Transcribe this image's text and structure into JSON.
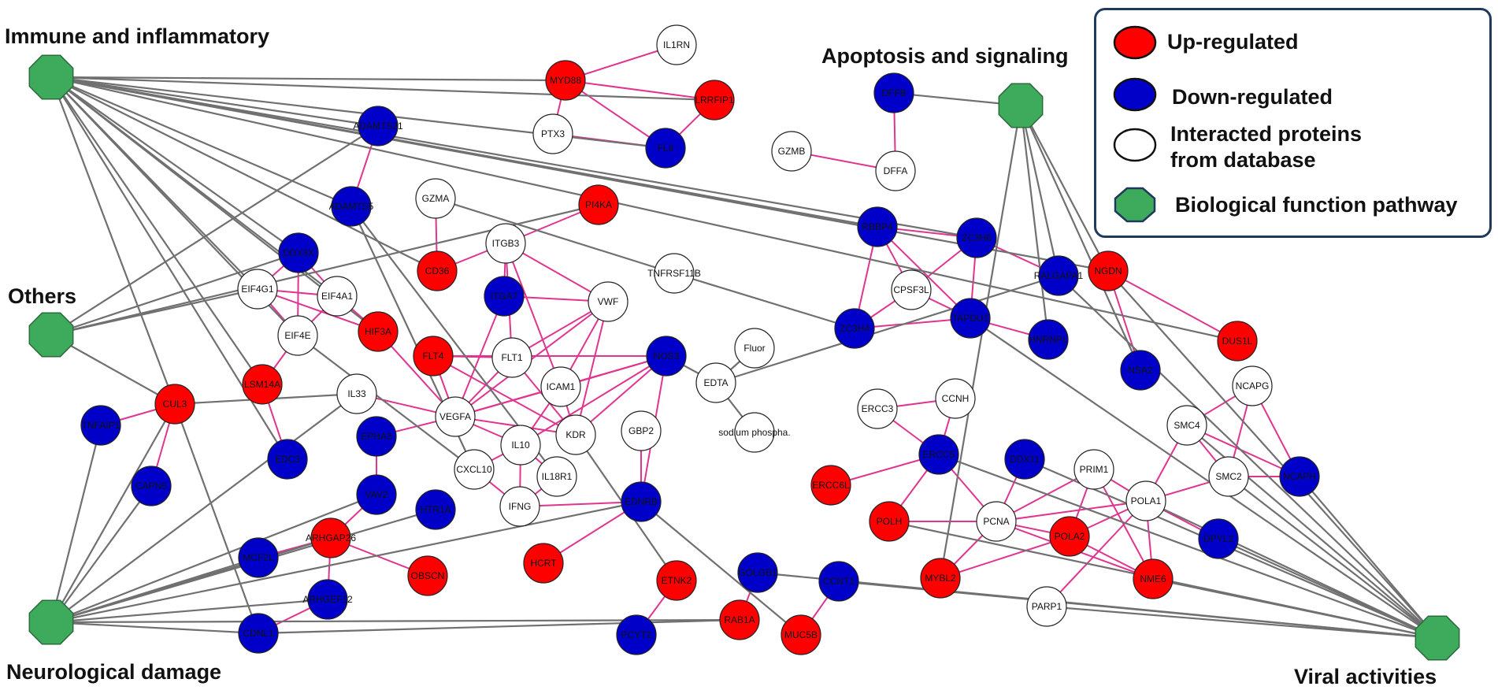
{
  "colors": {
    "up": "#ff0000",
    "down": "#0000c8",
    "interacted": "#ffffff",
    "pathway": "#3daa5c",
    "ppi_edge": "#e0358f",
    "pathway_edge": "#707070"
  },
  "legend": {
    "up": "Up-regulated",
    "down": "Down-regulated",
    "interacted_line1": "Interacted proteins",
    "interacted_line2": "from database",
    "pathway": "Biological function pathway"
  },
  "hubs": [
    {
      "id": "immune",
      "label": "Immune and inflammatory"
    },
    {
      "id": "others",
      "label": "Others"
    },
    {
      "id": "neuro",
      "label": "Neurological damage"
    },
    {
      "id": "apoptosis",
      "label": "Apoptosis and signaling"
    },
    {
      "id": "viral",
      "label": "Viral activities"
    }
  ],
  "nodes": [
    {
      "id": "IL1RN",
      "label": "IL1RN",
      "type": "interacted"
    },
    {
      "id": "MYD88",
      "label": "MYD88",
      "type": "up"
    },
    {
      "id": "LRRFIP1",
      "label": "LRRFIP1",
      "type": "up"
    },
    {
      "id": "PTX3",
      "label": "PTX3",
      "type": "interacted"
    },
    {
      "id": "FLII",
      "label": "FLII",
      "type": "down"
    },
    {
      "id": "ADAMTS21",
      "label": "ADAMTS21",
      "type": "down"
    },
    {
      "id": "ADAMTS5",
      "label": "ADAMTS5",
      "type": "down"
    },
    {
      "id": "GZMA",
      "label": "GZMA",
      "type": "interacted"
    },
    {
      "id": "PI4KA",
      "label": "PI4KA",
      "type": "up"
    },
    {
      "id": "DDX3X",
      "label": "DDX3X",
      "type": "down"
    },
    {
      "id": "ITGB3",
      "label": "ITGB3",
      "type": "interacted"
    },
    {
      "id": "CD36",
      "label": "CD36",
      "type": "up"
    },
    {
      "id": "EIF4G1",
      "label": "EIF4G1",
      "type": "interacted"
    },
    {
      "id": "EIF4A1",
      "label": "EIF4A1",
      "type": "interacted"
    },
    {
      "id": "ITGA7",
      "label": "ITGA7",
      "type": "down"
    },
    {
      "id": "TNFRSF11B",
      "label": "TNFRSF11B",
      "type": "interacted"
    },
    {
      "id": "VWF",
      "label": "VWF",
      "type": "interacted"
    },
    {
      "id": "EIF4E",
      "label": "EIF4E",
      "type": "interacted"
    },
    {
      "id": "HIF3A",
      "label": "HIF3A",
      "type": "up"
    },
    {
      "id": "FLT4",
      "label": "FLT4",
      "type": "up"
    },
    {
      "id": "FLT1",
      "label": "FLT1",
      "type": "interacted"
    },
    {
      "id": "NOS3",
      "label": "NOS3",
      "type": "down"
    },
    {
      "id": "Fluor",
      "label": "Fluor",
      "type": "interacted"
    },
    {
      "id": "LSM14A",
      "label": "LSM14A",
      "type": "up"
    },
    {
      "id": "IL33",
      "label": "IL33",
      "type": "interacted"
    },
    {
      "id": "ICAM1",
      "label": "ICAM1",
      "type": "interacted"
    },
    {
      "id": "EDTA",
      "label": "EDTA",
      "type": "interacted"
    },
    {
      "id": "CUL3",
      "label": "CUL3",
      "type": "up"
    },
    {
      "id": "VEGFA",
      "label": "VEGFA",
      "type": "interacted"
    },
    {
      "id": "KDR",
      "label": "KDR",
      "type": "interacted"
    },
    {
      "id": "GBP2",
      "label": "GBP2",
      "type": "interacted"
    },
    {
      "id": "sodium",
      "label": "sodium phospha.",
      "type": "interacted"
    },
    {
      "id": "TNFAIP1",
      "label": "TNFAIP1",
      "type": "down"
    },
    {
      "id": "EPHA3",
      "label": "EPHA3",
      "type": "down"
    },
    {
      "id": "IL10",
      "label": "IL10",
      "type": "interacted"
    },
    {
      "id": "CXCL10",
      "label": "CXCL10",
      "type": "interacted"
    },
    {
      "id": "EDC3",
      "label": "EDC3",
      "type": "down"
    },
    {
      "id": "IL18R1",
      "label": "IL18R1",
      "type": "interacted"
    },
    {
      "id": "CAPN5",
      "label": "CAPN5",
      "type": "down"
    },
    {
      "id": "VAV2",
      "label": "VAV2",
      "type": "down"
    },
    {
      "id": "HTR1A",
      "label": "HTR1A",
      "type": "down"
    },
    {
      "id": "IFNG",
      "label": "IFNG",
      "type": "interacted"
    },
    {
      "id": "EDNRB",
      "label": "EDNRB",
      "type": "down"
    },
    {
      "id": "MCF2L",
      "label": "MCF2L",
      "type": "down"
    },
    {
      "id": "ARHGAP26",
      "label": "ARHGAP26",
      "type": "up"
    },
    {
      "id": "OBSCN",
      "label": "OBSCN",
      "type": "up"
    },
    {
      "id": "HCRT",
      "label": "HCRT",
      "type": "up"
    },
    {
      "id": "ARHGEF12",
      "label": "ARHGEF12",
      "type": "down"
    },
    {
      "id": "CDNL1",
      "label": "CDNL1",
      "type": "down"
    },
    {
      "id": "ETNK2",
      "label": "ETNK2",
      "type": "up"
    },
    {
      "id": "PCYT2",
      "label": "PCYT2",
      "type": "down"
    },
    {
      "id": "GOLGB1",
      "label": "GOLGB1",
      "type": "down"
    },
    {
      "id": "RAB1A",
      "label": "RAB1A",
      "type": "up"
    },
    {
      "id": "CCNT1",
      "label": "CCNT1",
      "type": "down"
    },
    {
      "id": "MUC5B",
      "label": "MUC5B",
      "type": "up"
    },
    {
      "id": "DFFB",
      "label": "DFFB",
      "type": "down"
    },
    {
      "id": "GZMB",
      "label": "GZMB",
      "type": "interacted"
    },
    {
      "id": "DFFA",
      "label": "DFFA",
      "type": "interacted"
    },
    {
      "id": "RBBP4",
      "label": "RBBP4",
      "type": "down"
    },
    {
      "id": "ZC3H6",
      "label": "ZC3H6",
      "type": "down"
    },
    {
      "id": "CPSF3L",
      "label": "CPSF3L",
      "type": "interacted"
    },
    {
      "id": "ZC3H4",
      "label": "ZC3H4",
      "type": "down"
    },
    {
      "id": "TAPDU1",
      "label": "TAPDU1",
      "type": "down"
    },
    {
      "id": "RALGAPA1",
      "label": "RALGAPA1",
      "type": "down"
    },
    {
      "id": "HNRNPL",
      "label": "HNRNPL",
      "type": "down"
    },
    {
      "id": "NGDN",
      "label": "NGDN",
      "type": "up"
    },
    {
      "id": "DUS1L",
      "label": "DUS1L",
      "type": "up"
    },
    {
      "id": "NSA2",
      "label": "NSA2",
      "type": "down"
    },
    {
      "id": "NCAPG",
      "label": "NCAPG",
      "type": "interacted"
    },
    {
      "id": "SMC4",
      "label": "SMC4",
      "type": "interacted"
    },
    {
      "id": "SMC2",
      "label": "SMC2",
      "type": "interacted"
    },
    {
      "id": "NCAPH",
      "label": "NCAPH",
      "type": "down"
    },
    {
      "id": "ERCC3",
      "label": "ERCC3",
      "type": "interacted"
    },
    {
      "id": "CCNH",
      "label": "CCNH",
      "type": "interacted"
    },
    {
      "id": "ERCC5",
      "label": "ERCC5",
      "type": "down"
    },
    {
      "id": "DDX11",
      "label": "DDX11",
      "type": "down"
    },
    {
      "id": "PRIM1",
      "label": "PRIM1",
      "type": "interacted"
    },
    {
      "id": "ERCC6L",
      "label": "ERCC6L",
      "type": "up"
    },
    {
      "id": "POLA1",
      "label": "POLA1",
      "type": "interacted"
    },
    {
      "id": "POLH",
      "label": "POLH",
      "type": "up"
    },
    {
      "id": "PCNA",
      "label": "PCNA",
      "type": "interacted"
    },
    {
      "id": "POLA2",
      "label": "POLA2",
      "type": "up"
    },
    {
      "id": "DPYL2",
      "label": "DPYL2",
      "type": "down"
    },
    {
      "id": "MYBL2",
      "label": "MYBL2",
      "type": "up"
    },
    {
      "id": "NME6",
      "label": "NME6",
      "type": "up"
    },
    {
      "id": "PARP1",
      "label": "PARP1",
      "type": "interacted"
    }
  ],
  "edges": [
    [
      "MYD88",
      "IL1RN",
      "ppi"
    ],
    [
      "MYD88",
      "LRRFIP1",
      "ppi"
    ],
    [
      "MYD88",
      "PTX3",
      "ppi"
    ],
    [
      "MYD88",
      "FLII",
      "ppi"
    ],
    [
      "LRRFIP1",
      "FLII",
      "ppi"
    ],
    [
      "PTX3",
      "FLII",
      "ppi"
    ],
    [
      "ADAMTS21",
      "ADAMTS5",
      "ppi"
    ],
    [
      "GZMA",
      "CD36",
      "ppi"
    ],
    [
      "PI4KA",
      "ITGB3",
      "ppi"
    ],
    [
      "ITGB3",
      "CD36",
      "ppi"
    ],
    [
      "ITGB3",
      "ITGA7",
      "ppi"
    ],
    [
      "ITGB3",
      "VWF",
      "ppi"
    ],
    [
      "ITGB3",
      "FLT1",
      "ppi"
    ],
    [
      "ITGB3",
      "ICAM1",
      "ppi"
    ],
    [
      "ITGA7",
      "VWF",
      "ppi"
    ],
    [
      "DDX3X",
      "EIF4G1",
      "ppi"
    ],
    [
      "DDX3X",
      "EIF4A1",
      "ppi"
    ],
    [
      "DDX3X",
      "EIF4E",
      "ppi"
    ],
    [
      "EIF4G1",
      "EIF4A1",
      "ppi"
    ],
    [
      "EIF4G1",
      "EIF4E",
      "ppi"
    ],
    [
      "EIF4A1",
      "EIF4E",
      "ppi"
    ],
    [
      "EIF4E",
      "LSM14A",
      "ppi"
    ],
    [
      "EIF4A1",
      "HIF3A",
      "ppi"
    ],
    [
      "EIF4G1",
      "HIF3A",
      "ppi"
    ],
    [
      "LSM14A",
      "EDC3",
      "ppi"
    ],
    [
      "HIF3A",
      "VEGFA",
      "ppi"
    ],
    [
      "FLT4",
      "VEGFA",
      "ppi"
    ],
    [
      "FLT4",
      "FLT1",
      "ppi"
    ],
    [
      "FLT4",
      "NOS3",
      "ppi"
    ],
    [
      "FLT4",
      "KDR",
      "ppi"
    ],
    [
      "FLT1",
      "VEGFA",
      "ppi"
    ],
    [
      "FLT1",
      "KDR",
      "ppi"
    ],
    [
      "FLT1",
      "VWF",
      "ppi"
    ],
    [
      "VWF",
      "VEGFA",
      "ppi"
    ],
    [
      "VWF",
      "ICAM1",
      "ppi"
    ],
    [
      "VWF",
      "KDR",
      "ppi"
    ],
    [
      "NOS3",
      "VEGFA",
      "ppi"
    ],
    [
      "NOS3",
      "ICAM1",
      "ppi"
    ],
    [
      "NOS3",
      "KDR",
      "ppi"
    ],
    [
      "NOS3",
      "IL10",
      "ppi"
    ],
    [
      "NOS3",
      "EDNRB",
      "ppi"
    ],
    [
      "ICAM1",
      "VEGFA",
      "ppi"
    ],
    [
      "ICAM1",
      "KDR",
      "ppi"
    ],
    [
      "ICAM1",
      "IL10",
      "ppi"
    ],
    [
      "VEGFA",
      "KDR",
      "ppi"
    ],
    [
      "VEGFA",
      "EPHA3",
      "ppi"
    ],
    [
      "VEGFA",
      "IL33",
      "ppi"
    ],
    [
      "VEGFA",
      "ITGA7",
      "ppi"
    ],
    [
      "IL10",
      "CXCL10",
      "ppi"
    ],
    [
      "IL10",
      "IL18R1",
      "ppi"
    ],
    [
      "IL10",
      "VEGFA",
      "ppi"
    ],
    [
      "IFNG",
      "IL18R1",
      "ppi"
    ],
    [
      "IFNG",
      "EDNRB",
      "ppi"
    ],
    [
      "IFNG",
      "IL10",
      "ppi"
    ],
    [
      "IFNG",
      "CXCL10",
      "ppi"
    ],
    [
      "EDNRB",
      "HCRT",
      "ppi"
    ],
    [
      "EDNRB",
      "GBP2",
      "ppi"
    ],
    [
      "CUL3",
      "TNFAIP1",
      "ppi"
    ],
    [
      "CUL3",
      "CAPN5",
      "ppi"
    ],
    [
      "EPHA3",
      "VAV2",
      "ppi"
    ],
    [
      "VAV2",
      "ARHGAP26",
      "ppi"
    ],
    [
      "ARHGAP26",
      "OBSCN",
      "ppi"
    ],
    [
      "ARHGAP26",
      "ARHGEF12",
      "ppi"
    ],
    [
      "ARHGAP26",
      "MCF2L",
      "ppi"
    ],
    [
      "ARHGEF12",
      "CDNL1",
      "ppi"
    ],
    [
      "ETNK2",
      "PCYT2",
      "ppi"
    ],
    [
      "GOLGB1",
      "RAB1A",
      "ppi"
    ],
    [
      "CCNT1",
      "MUC5B",
      "ppi"
    ],
    [
      "DFFB",
      "DFFA",
      "ppi"
    ],
    [
      "GZMB",
      "DFFA",
      "ppi"
    ],
    [
      "RBBP4",
      "ZC3H6",
      "ppi"
    ],
    [
      "RBBP4",
      "CPSF3L",
      "ppi"
    ],
    [
      "RBBP4",
      "ZC3H4",
      "ppi"
    ],
    [
      "RBBP4",
      "TAPDU1",
      "ppi"
    ],
    [
      "ZC3H6",
      "CPSF3L",
      "ppi"
    ],
    [
      "ZC3H6",
      "TAPDU1",
      "ppi"
    ],
    [
      "ZC3H6",
      "RALGAPA1",
      "ppi"
    ],
    [
      "ZC3H4",
      "CPSF3L",
      "ppi"
    ],
    [
      "ZC3H4",
      "TAPDU1",
      "ppi"
    ],
    [
      "TAPDU1",
      "HNRNPL",
      "ppi"
    ],
    [
      "CPSF3L",
      "TAPDU1",
      "ppi"
    ],
    [
      "NGDN",
      "DUS1L",
      "ppi"
    ],
    [
      "NGDN",
      "NSA2",
      "ppi"
    ],
    [
      "NCAPG",
      "SMC4",
      "ppi"
    ],
    [
      "NCAPG",
      "SMC2",
      "ppi"
    ],
    [
      "NCAPG",
      "NCAPH",
      "ppi"
    ],
    [
      "SMC4",
      "SMC2",
      "ppi"
    ],
    [
      "SMC4",
      "NCAPH",
      "ppi"
    ],
    [
      "SMC2",
      "NCAPH",
      "ppi"
    ],
    [
      "SMC4",
      "POLA1",
      "ppi"
    ],
    [
      "SMC2",
      "POLA1",
      "ppi"
    ],
    [
      "ERCC3",
      "CCNH",
      "ppi"
    ],
    [
      "ERCC3",
      "ERCC5",
      "ppi"
    ],
    [
      "CCNH",
      "ERCC5",
      "ppi"
    ],
    [
      "ERCC5",
      "ERCC6L",
      "ppi"
    ],
    [
      "ERCC5",
      "POLH",
      "ppi"
    ],
    [
      "ERCC5",
      "PCNA",
      "ppi"
    ],
    [
      "DDX11",
      "PCNA",
      "ppi"
    ],
    [
      "PRIM1",
      "POLA1",
      "ppi"
    ],
    [
      "PRIM1",
      "POLA2",
      "ppi"
    ],
    [
      "PRIM1",
      "PCNA",
      "ppi"
    ],
    [
      "PRIM1",
      "NME6",
      "ppi"
    ],
    [
      "POLA1",
      "POLA2",
      "ppi"
    ],
    [
      "POLA1",
      "PCNA",
      "ppi"
    ],
    [
      "POLA1",
      "NME6",
      "ppi"
    ],
    [
      "POLA1",
      "PARP1",
      "ppi"
    ],
    [
      "POLA1",
      "DPYL2",
      "ppi"
    ],
    [
      "POLH",
      "PCNA",
      "ppi"
    ],
    [
      "PCNA",
      "POLA2",
      "ppi"
    ],
    [
      "PCNA",
      "MYBL2",
      "ppi"
    ],
    [
      "POLA2",
      "NME6",
      "ppi"
    ],
    [
      "POLA2",
      "MYBL2",
      "ppi"
    ],
    [
      "PCNA",
      "NME6",
      "ppi"
    ],
    [
      "immune",
      "MYD88",
      "path"
    ],
    [
      "immune",
      "LRRFIP1",
      "path"
    ],
    [
      "immune",
      "FLII",
      "path"
    ],
    [
      "immune",
      "ADAMTS21",
      "path"
    ],
    [
      "immune",
      "ADAMTS5",
      "path"
    ],
    [
      "immune",
      "DDX3X",
      "path"
    ],
    [
      "immune",
      "EIF4G1",
      "path"
    ],
    [
      "immune",
      "CD36",
      "path"
    ],
    [
      "immune",
      "RBBP4",
      "path"
    ],
    [
      "immune",
      "ZC3H6",
      "path"
    ],
    [
      "immune",
      "NGDN",
      "path"
    ],
    [
      "immune",
      "DUS1L",
      "path"
    ],
    [
      "immune",
      "EIF4E",
      "path"
    ],
    [
      "immune",
      "EIF4A1",
      "path"
    ],
    [
      "immune",
      "LSM14A",
      "path"
    ],
    [
      "immune",
      "CUL3",
      "path"
    ],
    [
      "immune",
      "EDC3",
      "path"
    ],
    [
      "immune",
      "HIF3A",
      "path"
    ],
    [
      "others",
      "ADAMTS21",
      "path"
    ],
    [
      "others",
      "PI4KA",
      "path"
    ],
    [
      "others",
      "DDX3X",
      "path"
    ],
    [
      "others",
      "EIF4G1",
      "path"
    ],
    [
      "others",
      "CUL3",
      "path"
    ],
    [
      "neuro",
      "IL33",
      "path"
    ],
    [
      "neuro",
      "CUL3",
      "path"
    ],
    [
      "neuro",
      "TNFAIP1",
      "path"
    ],
    [
      "neuro",
      "CAPN5",
      "path"
    ],
    [
      "neuro",
      "MCF2L",
      "path"
    ],
    [
      "neuro",
      "VAV2",
      "path"
    ],
    [
      "neuro",
      "HTR1A",
      "path"
    ],
    [
      "neuro",
      "EDNRB",
      "path"
    ],
    [
      "neuro",
      "ARHGAP26",
      "path"
    ],
    [
      "neuro",
      "CDNL1",
      "path"
    ],
    [
      "neuro",
      "ARHGEF12",
      "path"
    ],
    [
      "neuro",
      "RAB1A",
      "path"
    ],
    [
      "CDNL1",
      "RAB1A",
      "path"
    ],
    [
      "CDNL1",
      "CUL3",
      "path"
    ],
    [
      "apoptosis",
      "DFFB",
      "path"
    ],
    [
      "apoptosis",
      "RALGAPA1",
      "path"
    ],
    [
      "apoptosis",
      "HNRNPL",
      "path"
    ],
    [
      "apoptosis",
      "NGDN",
      "path"
    ],
    [
      "apoptosis",
      "MYBL2",
      "path"
    ],
    [
      "apoptosis",
      "NSA2",
      "path"
    ],
    [
      "viral",
      "NCAPH",
      "path"
    ],
    [
      "viral",
      "SMC2",
      "path"
    ],
    [
      "viral",
      "SMC4",
      "path"
    ],
    [
      "viral",
      "DPYL2",
      "path"
    ],
    [
      "viral",
      "NME6",
      "path"
    ],
    [
      "viral",
      "ERCC5",
      "path"
    ],
    [
      "viral",
      "DDX11",
      "path"
    ],
    [
      "viral",
      "PARP1",
      "path"
    ],
    [
      "viral",
      "TAPDU1",
      "path"
    ],
    [
      "viral",
      "POLA1",
      "path"
    ],
    [
      "viral",
      "NGDN",
      "path"
    ],
    [
      "viral",
      "RALGAPA1",
      "path"
    ],
    [
      "viral",
      "CCNT1",
      "path"
    ],
    [
      "viral",
      "GOLGB1",
      "path"
    ],
    [
      "viral",
      "POLH",
      "path"
    ],
    [
      "GZMA",
      "TNFRSF11B",
      "path"
    ],
    [
      "TNFRSF11B",
      "ZC3H4",
      "path"
    ],
    [
      "EDTA",
      "Fluor",
      "path"
    ],
    [
      "EDTA",
      "sodium",
      "path"
    ],
    [
      "EDTA",
      "RALGAPA1",
      "path"
    ],
    [
      "EDTA",
      "NOS3",
      "path"
    ],
    [
      "CXCL10",
      "ADAMTS5",
      "path"
    ],
    [
      "IL33",
      "CUL3",
      "path"
    ],
    [
      "KDR",
      "ETNK2",
      "path"
    ],
    [
      "ADAMTS5",
      "IL18R1",
      "path"
    ],
    [
      "EDNRB",
      "MUC5B",
      "path"
    ],
    [
      "CXCL10",
      "EIF4E",
      "path"
    ]
  ]
}
